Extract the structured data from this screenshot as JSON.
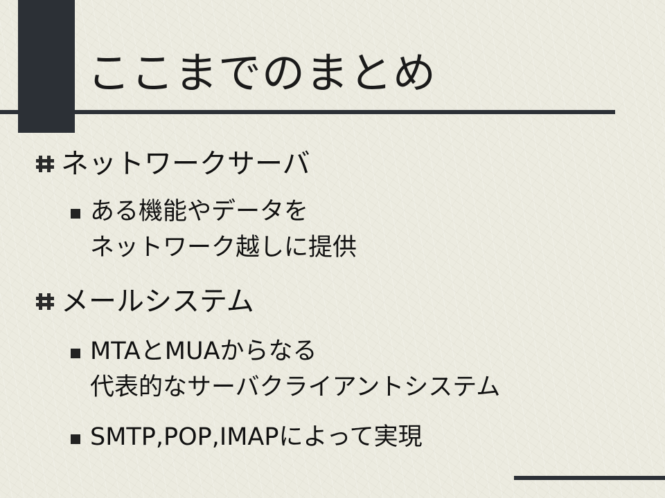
{
  "slide": {
    "title": "ここまでのまとめ",
    "colors": {
      "background": "#ecebe0",
      "accent": "#2c3036",
      "text": "#111111"
    },
    "bullets": [
      {
        "icon": "hash-bullet-icon",
        "text": "ネットワークサーバ",
        "sub": [
          {
            "icon": "square-bullet-icon",
            "lines": [
              "ある機能やデータを",
              "ネットワーク越しに提供"
            ]
          }
        ]
      },
      {
        "icon": "hash-bullet-icon",
        "text": "メールシステム",
        "sub": [
          {
            "icon": "square-bullet-icon",
            "lines": [
              "MTAとMUAからなる",
              "代表的なサーバクライアントシステム"
            ]
          },
          {
            "icon": "square-bullet-icon",
            "lines": [
              "SMTP,POP,IMAPによって実現"
            ]
          }
        ]
      }
    ]
  }
}
